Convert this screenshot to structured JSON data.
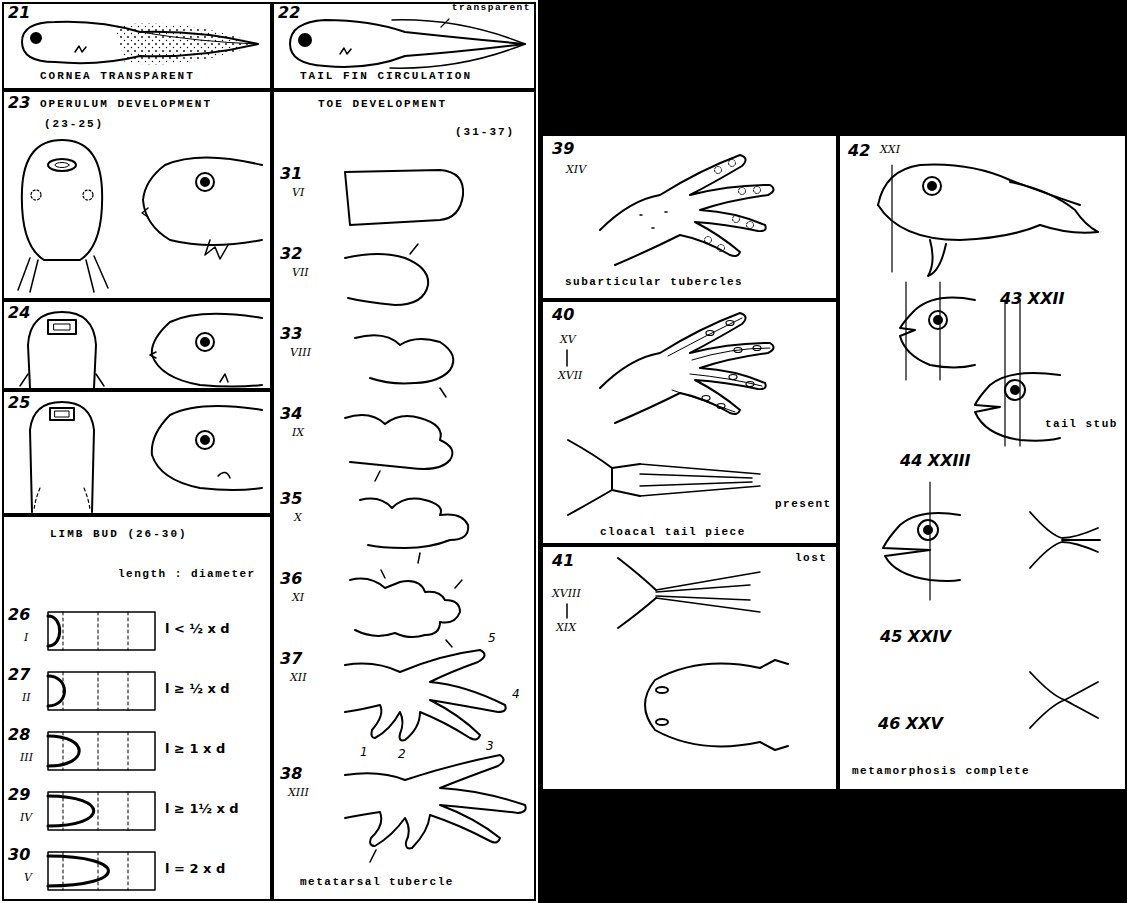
{
  "diagram": {
    "nodes": [
      {
        "text": [
          "21",
          "CORNEA TRANSPARENT"
        ]
      },
      {
        "text": [
          "22",
          "transparent",
          "TAIL FIN CIRCULATION"
        ]
      },
      {
        "text": [
          "23",
          "OPERULUM DEVELOPMENT",
          "(23-25)"
        ]
      },
      {
        "text": [
          "24"
        ]
      },
      {
        "text": [
          "25"
        ]
      },
      {
        "text": [
          "LIMB BUD (26-30)",
          "length : diameter",
          "26",
          "I",
          "l < ½ x d",
          "27",
          "II",
          "l ≥ ½ x d",
          "28",
          "III",
          "l ≥ 1 x d",
          "29",
          "IV",
          "l ≥ 1½ x d",
          "30",
          "V",
          "l = 2 x d"
        ]
      },
      {
        "text": [
          "TOE DEVELOPMENT",
          "(31-37)",
          "31",
          "VI",
          "32",
          "VII",
          "33",
          "VIII",
          "34",
          "IX",
          "35",
          "X",
          "36",
          "XI",
          "37",
          "XII",
          "5",
          "4",
          "3",
          "1",
          "2",
          "38",
          "XIII",
          "metatarsal tubercle"
        ]
      },
      {
        "text": [
          "39",
          "XIV",
          "subarticular tubercles"
        ]
      },
      {
        "text": [
          "40",
          "XV",
          "XVII",
          "present",
          "cloacal tail piece"
        ]
      },
      {
        "text": [
          "41",
          "lost",
          "XVIII",
          "XIX"
        ]
      },
      {
        "text": [
          "42",
          "XXI",
          "43 XXII",
          "tail stub",
          "44 XXIII",
          "45 XXIV",
          "46 XXV",
          "metamorphosis complete"
        ]
      }
    ]
  }
}
